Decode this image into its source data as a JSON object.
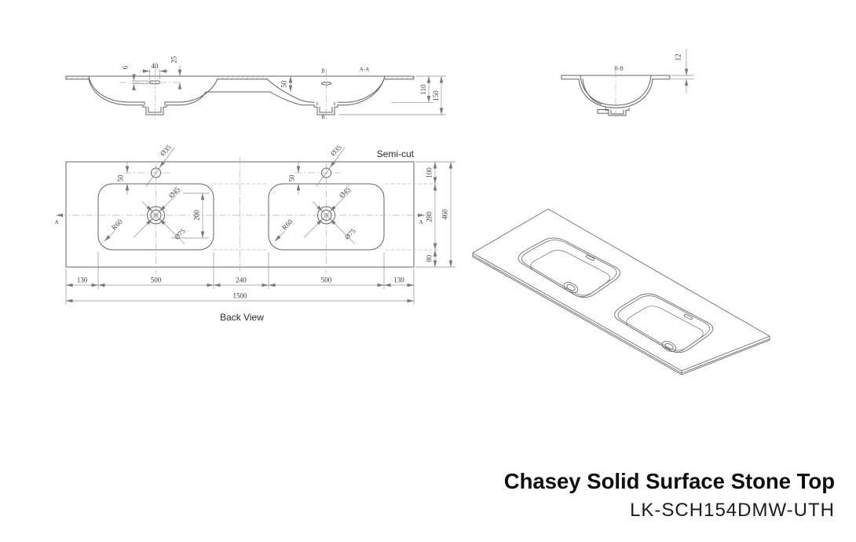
{
  "product": {
    "title": "Chasey Solid Surface Stone Top",
    "model": "LK-SCH154DMW-UTH"
  },
  "colors": {
    "background": "#ffffff",
    "drawing_line": "#636363",
    "dimension_line": "#8f8f8f",
    "dimension_text": "#3d3d3d",
    "title_text": "#0e0e0e"
  },
  "section_aa": {
    "label": "A-A",
    "marker_top": "B",
    "marker_bottom": "B",
    "dims": {
      "overflow_slot_height": "6",
      "overflow_slot_width": "40",
      "overflow_slot_depth": "25",
      "rim_drop": "50",
      "basin_depth": "110",
      "overall_depth": "150"
    }
  },
  "section_bb": {
    "label": "B-B",
    "dims": {
      "top_thickness": "12"
    }
  },
  "back_view": {
    "label": "Back View",
    "note": "Semi-cut",
    "section_marker_left": "A",
    "section_marker_right": "A",
    "dims": {
      "faucet_hole_dia": "Ø35",
      "faucet_offset": "50",
      "drain_dia_inner": "Ø45",
      "drain_dia_outer": "Ø75",
      "corner_radius": "R60",
      "basin_span": "200",
      "edge_left": "130",
      "basin_left": "500",
      "center_gap": "240",
      "basin_right": "500",
      "edge_right": "130",
      "overall_width": "1500",
      "back_offset": "100",
      "basin_height": "280",
      "front_offset": "80",
      "overall_depth": "460"
    }
  }
}
